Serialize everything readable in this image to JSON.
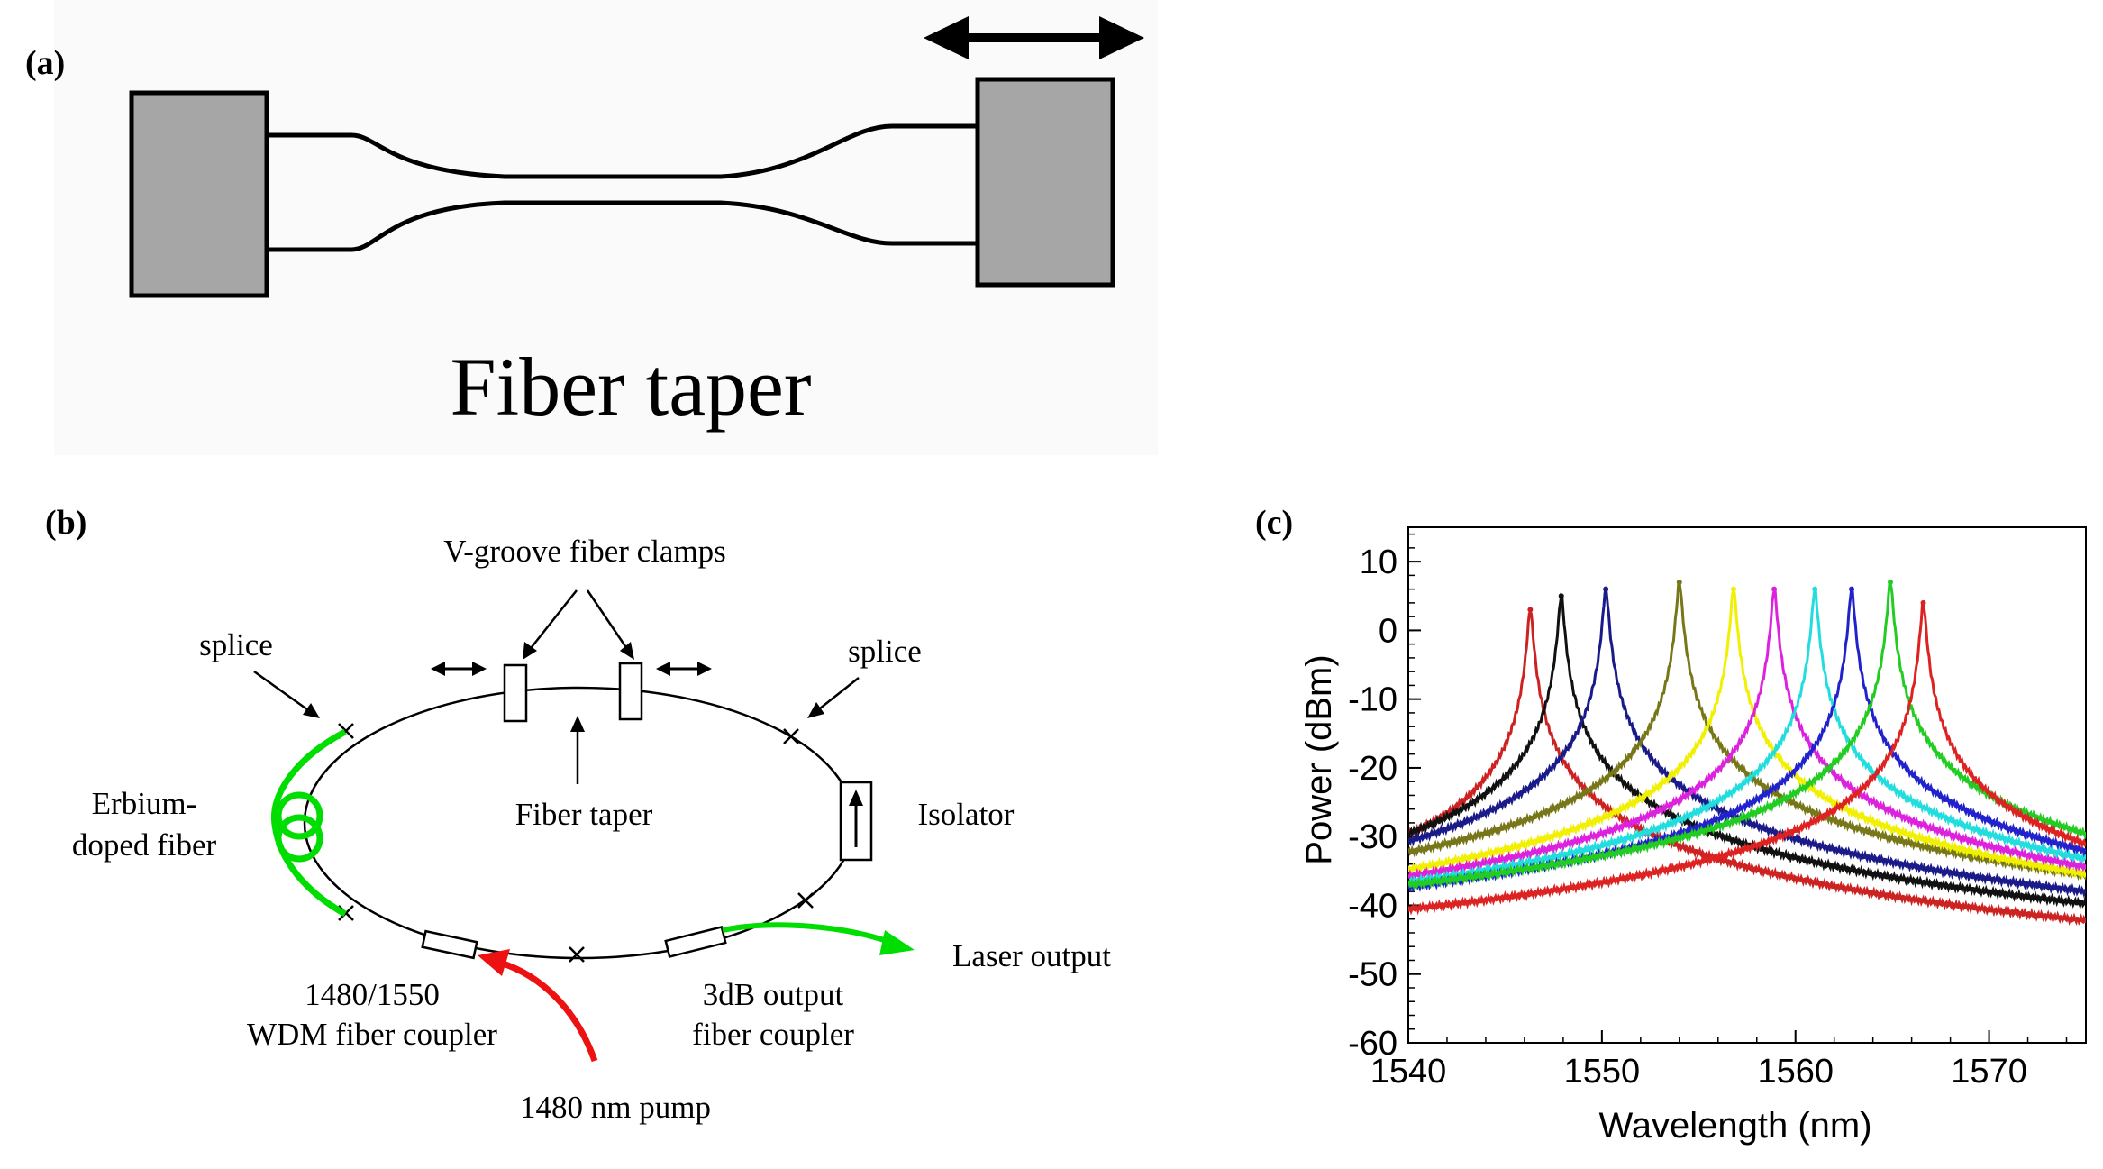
{
  "panel_a": {
    "label": "(a)",
    "caption": "Fiber taper",
    "arrow_icon": "double-arrow-icon"
  },
  "panel_b": {
    "label": "(b)",
    "clamps_label": "V-groove fiber clamps",
    "splice_left": "splice",
    "splice_right": "splice",
    "edf_line1": "Erbium-",
    "edf_line2": "doped fiber",
    "taper_label": "Fiber taper",
    "isolator_label": "Isolator",
    "wdm_line1": "1480/1550",
    "wdm_line2": "WDM fiber coupler",
    "output_coupler_line1": "3dB output",
    "output_coupler_line2": "fiber coupler",
    "laser_output": "Laser output",
    "pump_label": "1480 nm pump",
    "colors": {
      "edf": "#00dd00",
      "pump": "#ee1111",
      "output": "#00dd00"
    }
  },
  "chart_data": {
    "type": "line",
    "label": "(c)",
    "xlabel": "Wavelength (nm)",
    "ylabel": "Power (dBm)",
    "xlim": [
      1540,
      1575
    ],
    "ylim": [
      -60,
      15
    ],
    "xticks": [
      1540,
      1550,
      1560,
      1570
    ],
    "yticks": [
      10,
      0,
      -10,
      -20,
      -30,
      -40,
      -50,
      -60
    ],
    "grid": false,
    "series": [
      {
        "color": "#cc2222",
        "peak_x": 1546.3,
        "peak_y": 3
      },
      {
        "color": "#111111",
        "peak_x": 1547.9,
        "peak_y": 5
      },
      {
        "color": "#1a1a88",
        "peak_x": 1550.2,
        "peak_y": 6
      },
      {
        "color": "#77771a",
        "peak_x": 1554.0,
        "peak_y": 7
      },
      {
        "color": "#f0f000",
        "peak_x": 1556.8,
        "peak_y": 6
      },
      {
        "color": "#dd22dd",
        "peak_x": 1558.9,
        "peak_y": 6
      },
      {
        "color": "#22dddd",
        "peak_x": 1561.0,
        "peak_y": 6
      },
      {
        "color": "#2222cc",
        "peak_x": 1562.9,
        "peak_y": 6
      },
      {
        "color": "#22cc22",
        "peak_x": 1564.9,
        "peak_y": 7
      },
      {
        "color": "#dd2222",
        "peak_x": 1566.6,
        "peak_y": 4
      }
    ]
  }
}
